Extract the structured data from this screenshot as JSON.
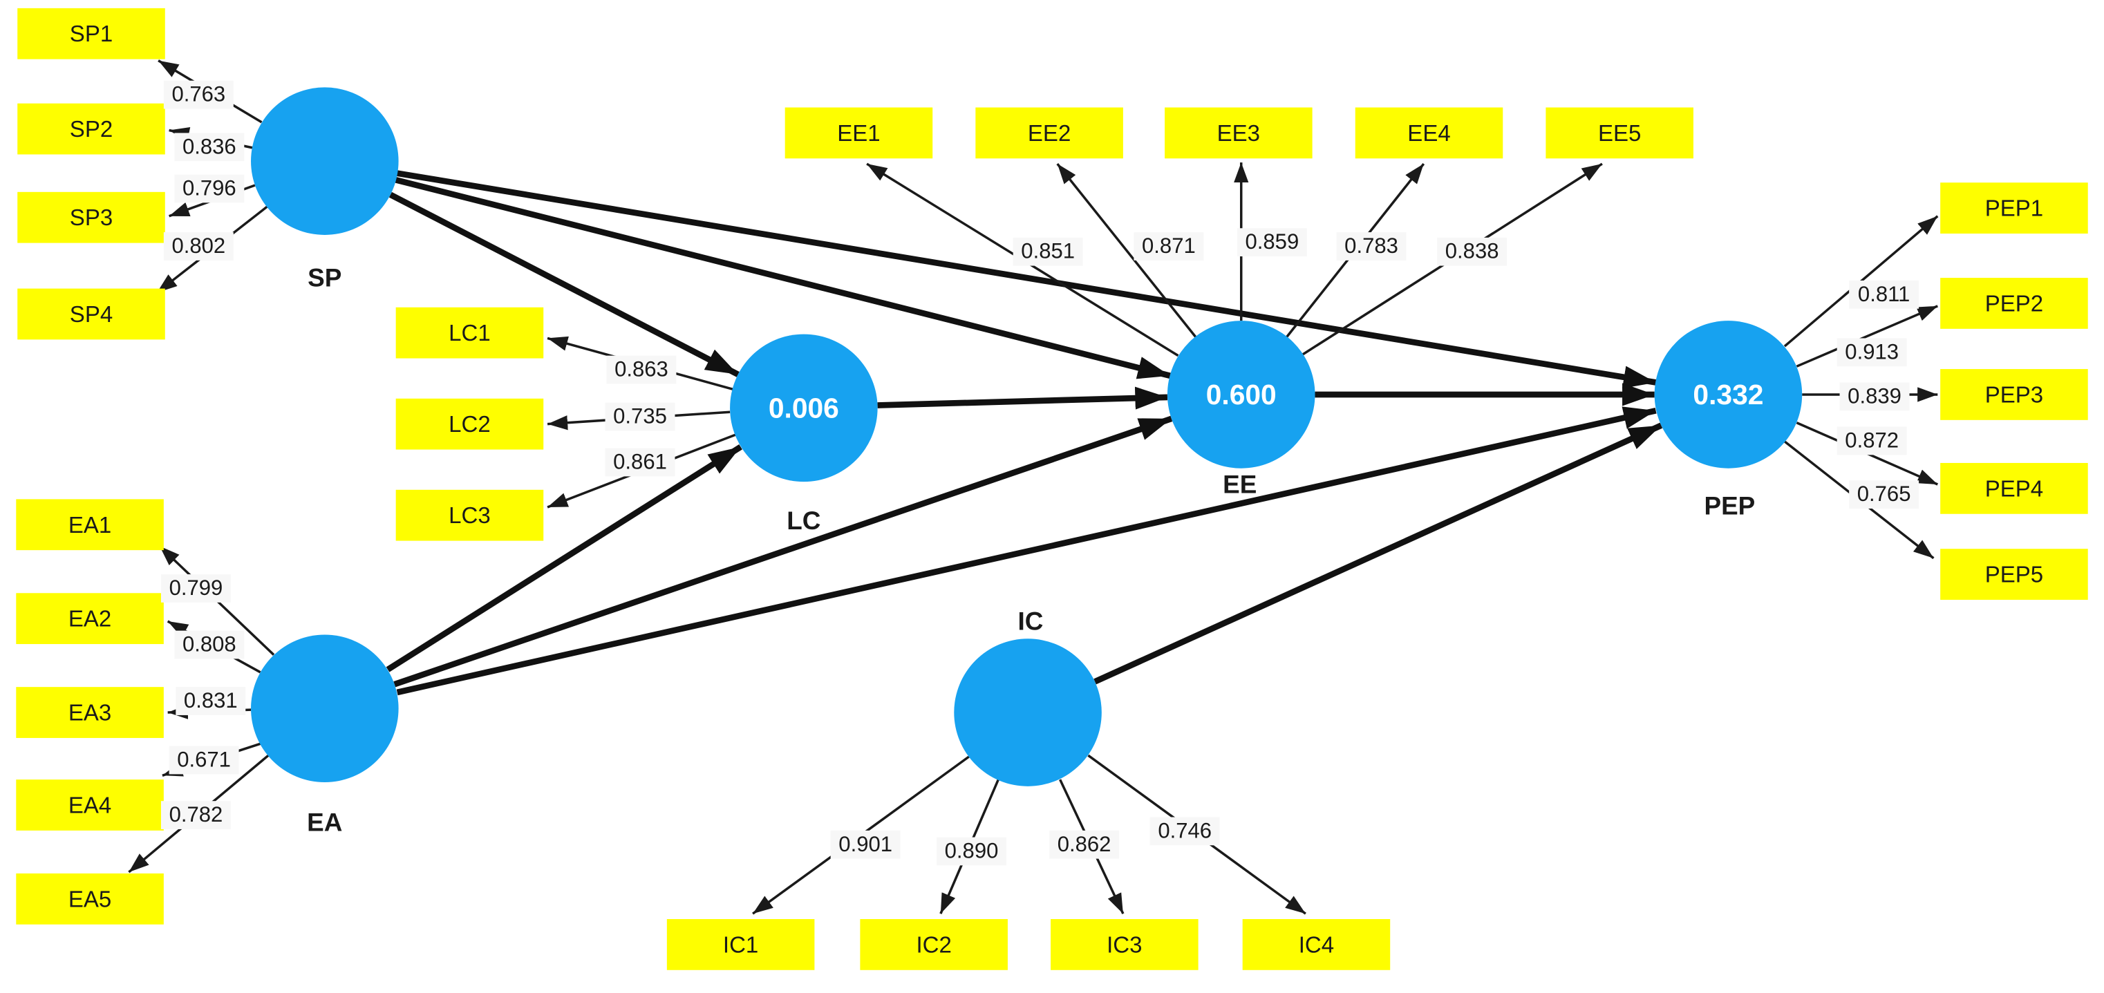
{
  "diagram": {
    "type": "sem-path-model",
    "constructs": [
      {
        "id": "SP",
        "label": "SP",
        "r2": null,
        "indicators": [
          {
            "name": "SP1",
            "loading": "0.763"
          },
          {
            "name": "SP2",
            "loading": "0.836"
          },
          {
            "name": "SP3",
            "loading": "0.796"
          },
          {
            "name": "SP4",
            "loading": "0.802"
          }
        ]
      },
      {
        "id": "LC",
        "label": "LC",
        "r2": "0.006",
        "indicators": [
          {
            "name": "LC1",
            "loading": "0.863"
          },
          {
            "name": "LC2",
            "loading": "0.735"
          },
          {
            "name": "LC3",
            "loading": "0.861"
          }
        ]
      },
      {
        "id": "EE",
        "label": "EE",
        "r2": "0.600",
        "indicators": [
          {
            "name": "EE1",
            "loading": "0.851"
          },
          {
            "name": "EE2",
            "loading": "0.871"
          },
          {
            "name": "EE3",
            "loading": "0.859"
          },
          {
            "name": "EE4",
            "loading": "0.783"
          },
          {
            "name": "EE5",
            "loading": "0.838"
          }
        ]
      },
      {
        "id": "PEP",
        "label": "PEP",
        "r2": "0.332",
        "indicators": [
          {
            "name": "PEP1",
            "loading": "0.811"
          },
          {
            "name": "PEP2",
            "loading": "0.913"
          },
          {
            "name": "PEP3",
            "loading": "0.839"
          },
          {
            "name": "PEP4",
            "loading": "0.872"
          },
          {
            "name": "PEP5",
            "loading": "0.765"
          }
        ]
      },
      {
        "id": "EA",
        "label": "EA",
        "r2": null,
        "indicators": [
          {
            "name": "EA1",
            "loading": "0.799"
          },
          {
            "name": "EA2",
            "loading": "0.808"
          },
          {
            "name": "EA3",
            "loading": "0.831"
          },
          {
            "name": "EA4",
            "loading": "0.671"
          },
          {
            "name": "EA5",
            "loading": "0.782"
          }
        ]
      },
      {
        "id": "IC",
        "label": "IC",
        "r2": null,
        "indicators": [
          {
            "name": "IC1",
            "loading": "0.901"
          },
          {
            "name": "IC2",
            "loading": "0.890"
          },
          {
            "name": "IC3",
            "loading": "0.862"
          },
          {
            "name": "IC4",
            "loading": "0.746"
          }
        ]
      }
    ],
    "paths": [
      {
        "from": "SP",
        "to": "LC"
      },
      {
        "from": "SP",
        "to": "EE"
      },
      {
        "from": "SP",
        "to": "PEP"
      },
      {
        "from": "EA",
        "to": "LC"
      },
      {
        "from": "EA",
        "to": "EE"
      },
      {
        "from": "EA",
        "to": "PEP"
      },
      {
        "from": "LC",
        "to": "EE"
      },
      {
        "from": "EE",
        "to": "PEP"
      },
      {
        "from": "IC",
        "to": "PEP"
      }
    ],
    "colors": {
      "construct_fill": "#17A2F0",
      "indicator_fill": "#FEFE00",
      "arrow": "#1a1a1a",
      "loading_bg": "#F7F7F7"
    }
  }
}
